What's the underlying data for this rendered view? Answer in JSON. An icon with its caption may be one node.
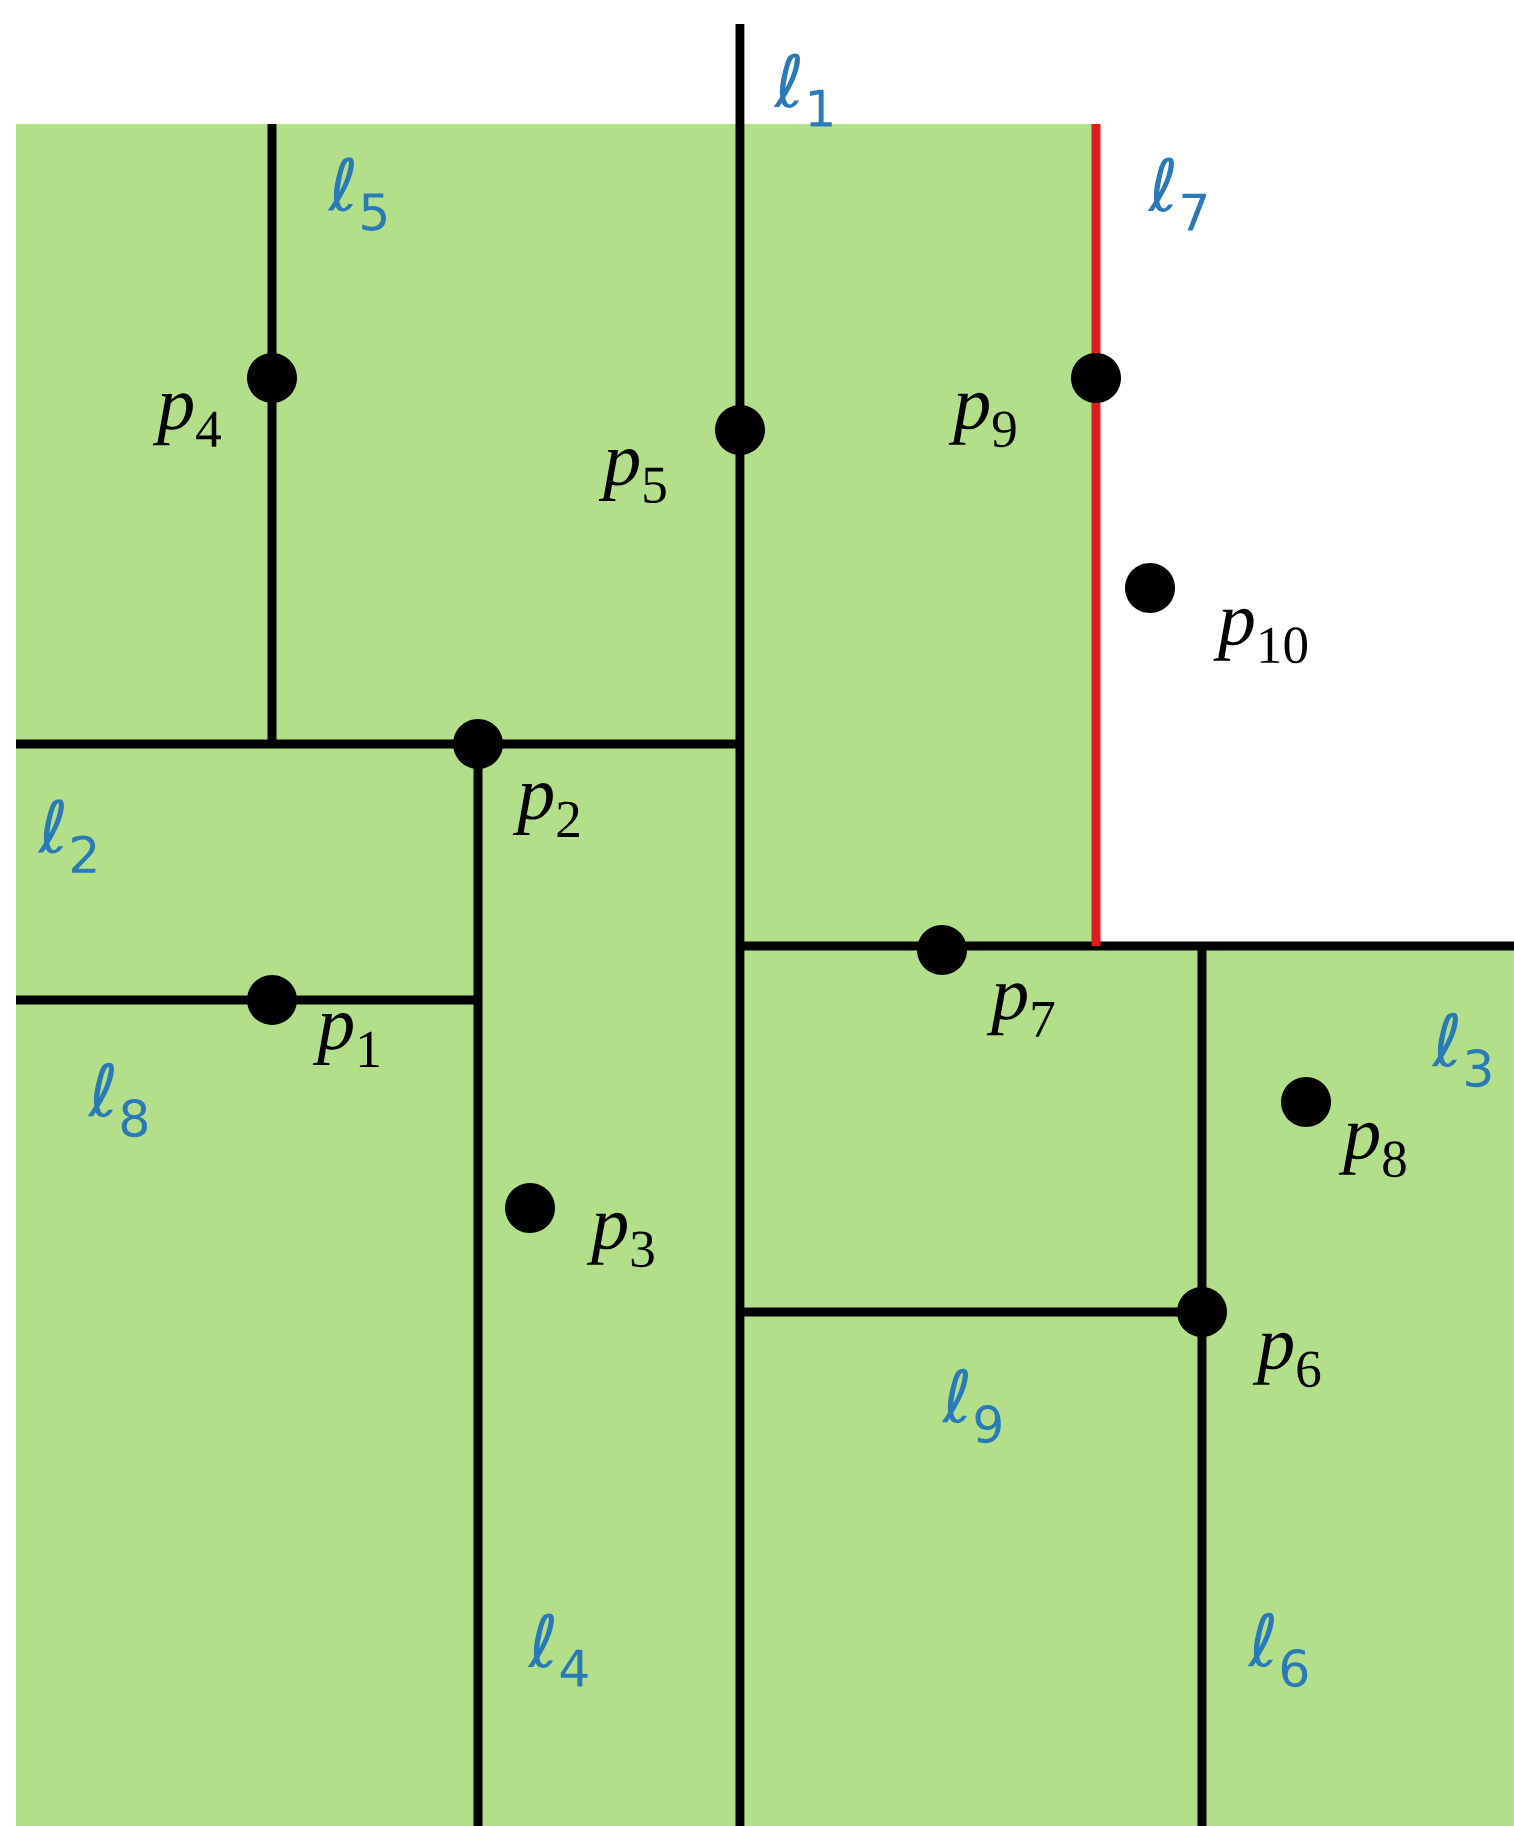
{
  "diagram": {
    "labels": [
      "ℓ$_{1}$",
      "ℓ$_{5}$",
      "ℓ$_{7}$",
      "*p*$_{4}$",
      "*p*$_{9}$",
      "*p*$_{5}$",
      "*p*$_{10}$",
      "ℓ$_{2}$",
      "*p*$_{2}$",
      "*p*$_{7}$",
      "*p*$_{1}$",
      "ℓ$_{3}$",
      "ℓ$_{8}$",
      "*p*$_{8}$",
      "*p*$_{3}$",
      "*p*$_{6}$",
      "ℓ$_{9}$",
      "ℓ$_{4}$",
      "ℓ$_{6}$"
    ]
  }
}
